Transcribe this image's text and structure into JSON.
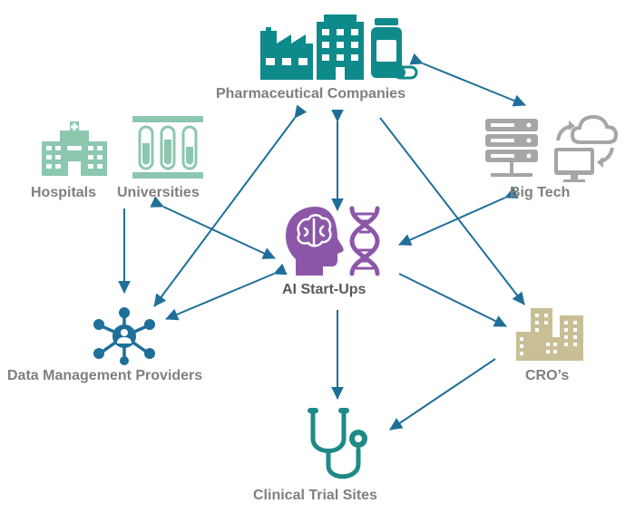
{
  "nodes": {
    "pharma": {
      "label": "Pharmaceutical Companies",
      "color": "#0f8a8a"
    },
    "bigtech": {
      "label": "Big Tech",
      "color": "#a6a6a6"
    },
    "hospitals": {
      "label": "Hospitals",
      "color": "#8cc7b0"
    },
    "universities": {
      "label": "Universities",
      "color": "#8cc7b0"
    },
    "ai": {
      "label": "AI Start-Ups",
      "color": "#8c57a8"
    },
    "data": {
      "label": "Data Management Providers",
      "color": "#1e6f99"
    },
    "cro": {
      "label": "CRO’s",
      "color": "#c9bf96"
    },
    "clinical": {
      "label": "Clinical Trial Sites",
      "color": "#1d8a87"
    }
  },
  "arrow_color": "#1f6f99",
  "text_color": "#7f7f7f"
}
